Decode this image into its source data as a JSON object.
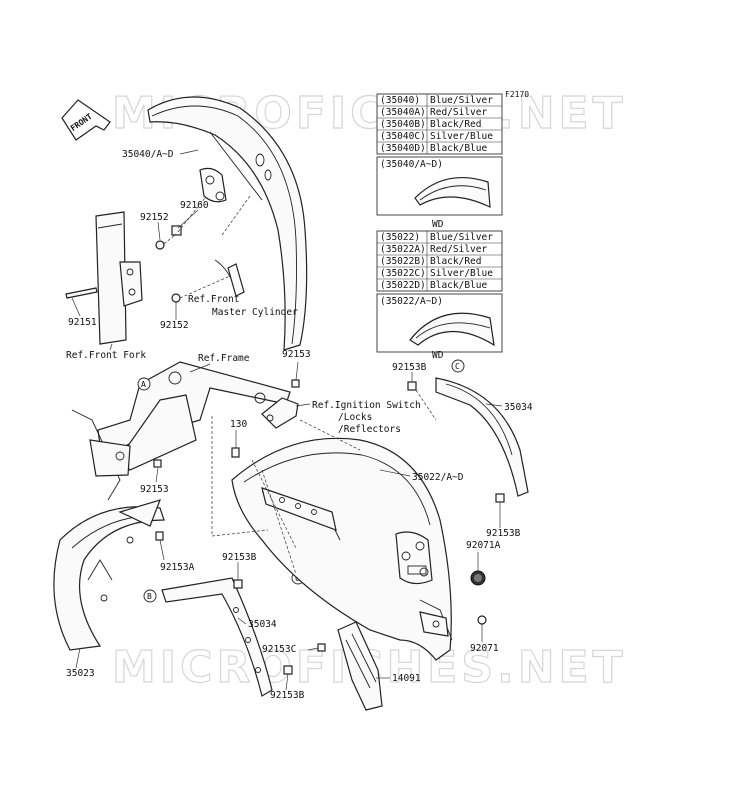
{
  "watermark": "MICROFICHES.NET",
  "diagram_code": "F2170",
  "front_arrow": "FRONT",
  "wd_label": "WD",
  "table_front": {
    "rows": [
      {
        "code": "(35040)",
        "color": "Blue/Silver"
      },
      {
        "code": "(35040A)",
        "color": "Red/Silver"
      },
      {
        "code": "(35040B)",
        "color": "Black/Red"
      },
      {
        "code": "(35040C)",
        "color": "Silver/Blue"
      },
      {
        "code": "(35040D)",
        "color": "Black/Blue"
      }
    ],
    "caption": "(35040/A~D)"
  },
  "table_rear": {
    "rows": [
      {
        "code": "(35022)",
        "color": "Blue/Silver"
      },
      {
        "code": "(35022A)",
        "color": "Red/Silver"
      },
      {
        "code": "(35022B)",
        "color": "Black/Red"
      },
      {
        "code": "(35022C)",
        "color": "Silver/Blue"
      },
      {
        "code": "(35022D)",
        "color": "Black/Blue"
      }
    ],
    "caption": "(35022/A~D)"
  },
  "parts": {
    "p35040": "35040/A~D",
    "p92160": "92160",
    "p92152a": "92152",
    "p92152b": "92152",
    "p92151": "92151",
    "p92153a": "92153",
    "p92153b": "92153",
    "p92153B_top": "92153B",
    "p35034_r": "35034",
    "p130": "130",
    "p35022": "35022/A~D",
    "p92153B_r": "92153B",
    "p92071A": "92071A",
    "p92153A": "92153A",
    "p92153B_l": "92153B",
    "p35034_l": "35034",
    "p92153C": "92153C",
    "p92071": "92071",
    "p35023": "35023",
    "p14091": "14091",
    "p92153B_b": "92153B"
  },
  "refs": {
    "front_master_1": "Ref.Front",
    "front_master_2": "Master Cylinder",
    "front_fork": "Ref.Front Fork",
    "frame": "Ref.Frame",
    "ignition_1": "Ref.Ignition Switch",
    "ignition_2": "/Locks",
    "ignition_3": "/Reflectors"
  },
  "callouts": {
    "A1": "A",
    "A2": "A",
    "B1": "B",
    "B2": "B",
    "C1": "C",
    "C2": "C"
  }
}
